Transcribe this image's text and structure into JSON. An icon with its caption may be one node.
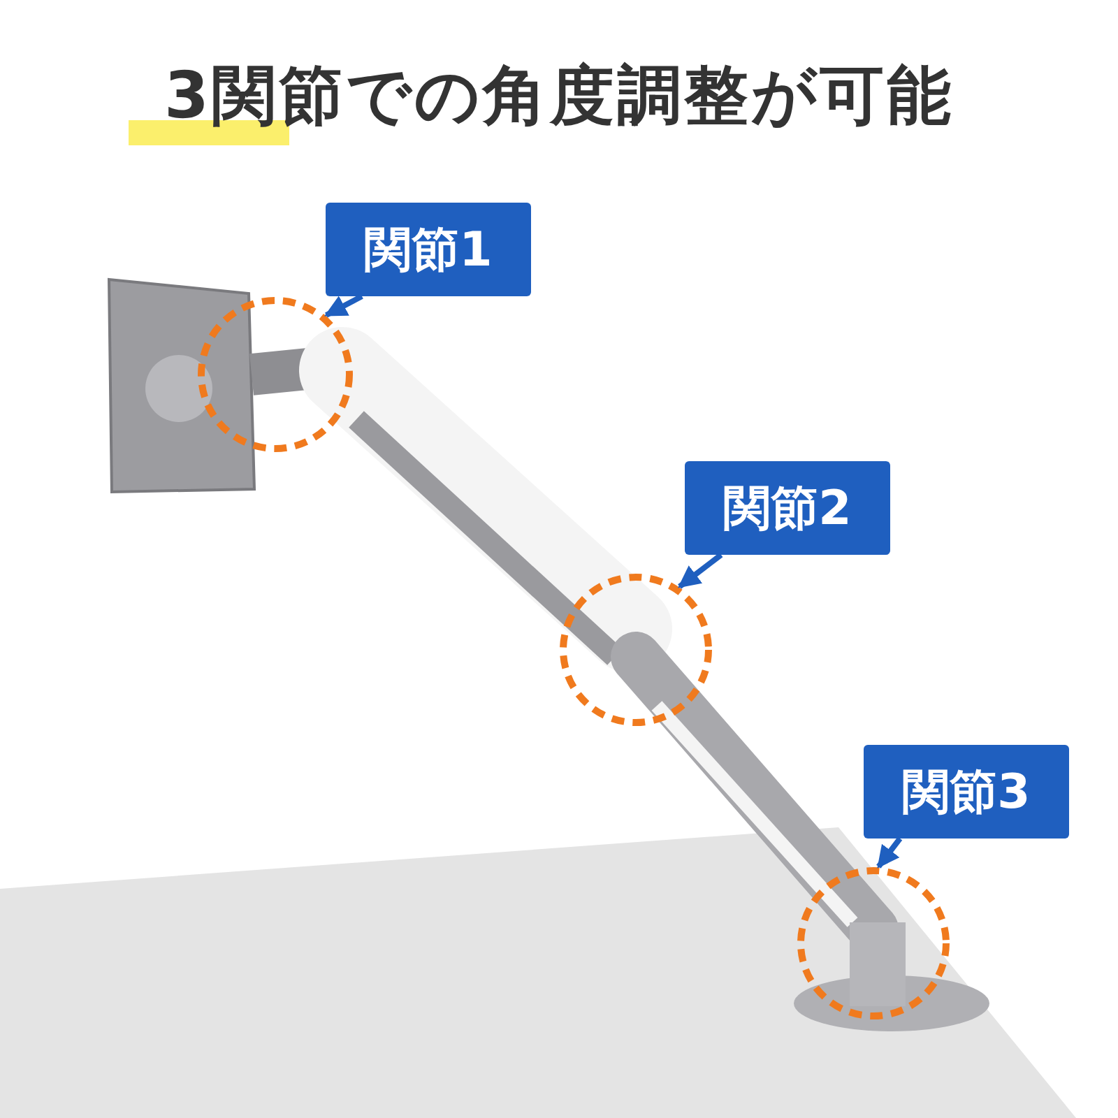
{
  "diagram": {
    "title": "3関節での角度調整が可能",
    "nodes": [
      {
        "text": [
          "関節1"
        ]
      },
      {
        "text": [],
        "shape": "circle"
      },
      {
        "text": [
          "関節2"
        ]
      },
      {
        "text": [],
        "shape": "circle"
      },
      {
        "text": [
          "関節3"
        ]
      },
      {
        "text": [],
        "shape": "circle"
      }
    ],
    "edges": [
      {
        "from": 0,
        "to": 1,
        "arrow": "to"
      },
      {
        "from": 2,
        "to": 3,
        "arrow": "to"
      },
      {
        "from": 4,
        "to": 5,
        "arrow": "to"
      }
    ]
  }
}
